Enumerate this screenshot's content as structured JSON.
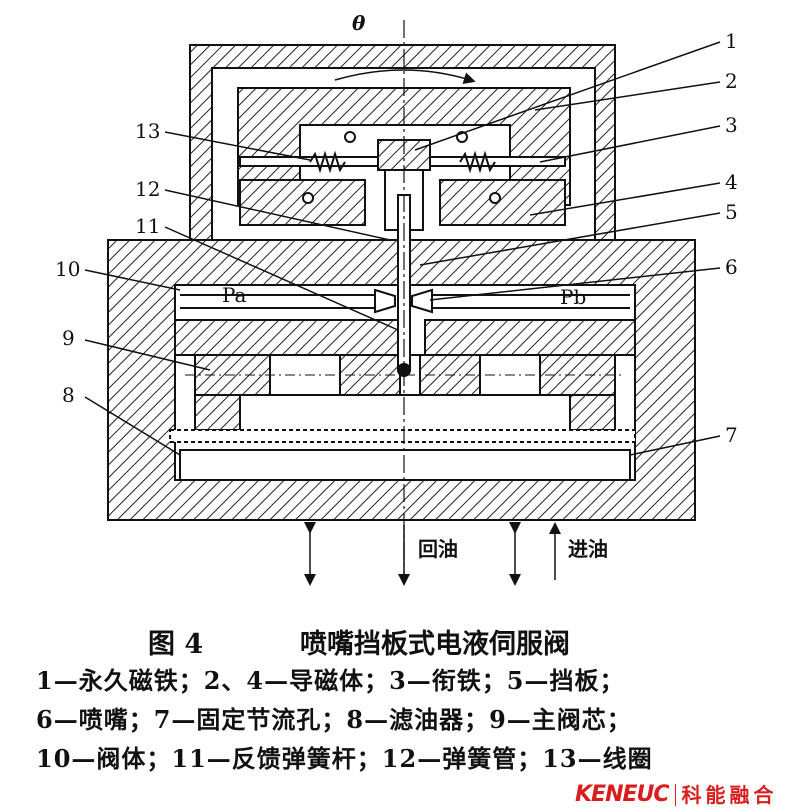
{
  "diagram": {
    "theta": "θ",
    "labels": [
      "1",
      "2",
      "3",
      "4",
      "5",
      "6",
      "7",
      "8",
      "9",
      "10",
      "11",
      "12",
      "13"
    ],
    "pa": "Pa",
    "pb": "Pb",
    "return_oil": "回油",
    "supply_oil": "进油"
  },
  "caption": {
    "figure_number": "图 4",
    "title": "喷嘴挡板式电液伺服阀",
    "legend_lines": [
      "1—永久磁铁；2、4—导磁体；3—衔铁；5—挡板；",
      "6—喷嘴；7—固定节流孔；8—滤油器；9—主阀芯；",
      "10—阀体；11—反馈弹簧杆；12—弹簧管；13—线圈"
    ]
  },
  "watermark": {
    "latin": "KENEUC",
    "chinese": "科能融合"
  },
  "colors": {
    "ink": "#111111",
    "watermark": "#d81e1e"
  }
}
